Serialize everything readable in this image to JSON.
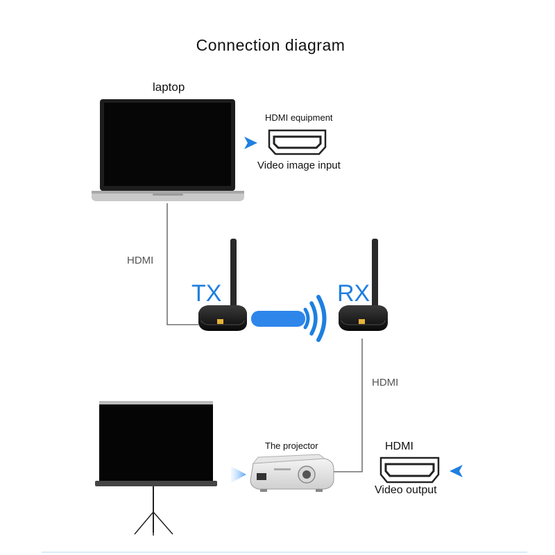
{
  "title": "Connection diagram",
  "laptop": {
    "label": "laptop"
  },
  "hdmi_equipment": {
    "label": "HDMI equipment",
    "caption": "Video image input"
  },
  "links": {
    "hdmi_tx": "HDMI",
    "hdmi_rx": "HDMI"
  },
  "transmitter": {
    "label": "TX"
  },
  "receiver": {
    "label": "RX"
  },
  "projector": {
    "label": "The projector"
  },
  "hdmi_output": {
    "label": "HDMI",
    "caption": "Video output"
  },
  "colors": {
    "accent": "#1f7fe0",
    "wireless_bar": "#2f86ea",
    "line": "#555555"
  }
}
